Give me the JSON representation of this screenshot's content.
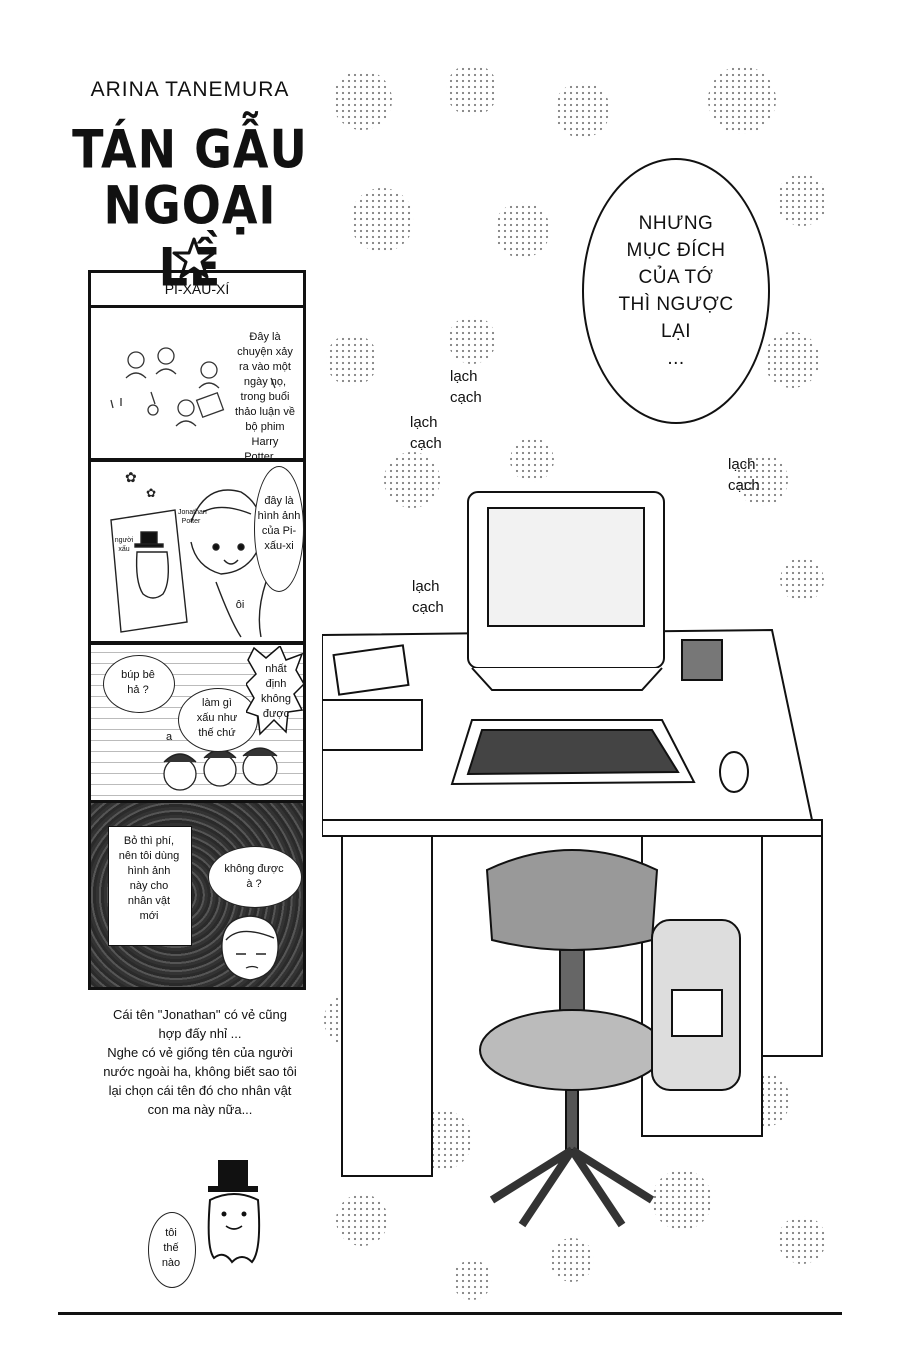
{
  "header": {
    "author": "ARINA TANEMURA",
    "title_line1": "TÁN GẪU",
    "title_line2": "NGOẠI LỀ"
  },
  "strip": {
    "title": "PI-XẤU-XÍ",
    "panel1": {
      "text": [
        "Đây là",
        "chuyện xảy",
        "ra vào một",
        "ngày nọ,",
        "trong buổi",
        "thảo luận về",
        "bộ phim",
        "Harry",
        "Potter ..."
      ]
    },
    "panel2": {
      "speech": [
        "đây là",
        "hình ảnh",
        "của Pi-",
        "xấu-xi"
      ],
      "sign_left": "người xấu",
      "sign_right": "Jonathan Potter",
      "exclaim": "ôi"
    },
    "panel3": {
      "bubble1": [
        "búp bê",
        "hả ?"
      ],
      "bubble2": [
        "làm gì",
        "xấu như",
        "thế chứ"
      ],
      "bubble3": [
        "nhất",
        "định",
        "không",
        "được"
      ],
      "small": "a"
    },
    "panel4": {
      "box": [
        "Bỏ thì phí,",
        "nên tôi dùng",
        "hình ảnh",
        "này cho",
        "nhân vật",
        "mới"
      ],
      "bubble": [
        "không được",
        "à ?"
      ]
    }
  },
  "caption": [
    "Cái tên \"Jonathan\" có vẻ cũng",
    "hợp đấy nhỉ ...",
    "Nghe có vẻ giống tên của người",
    "nước ngoài ha, không biết sao tôi",
    "lại chọn cái tên đó cho nhân vật",
    "con ma này nữa..."
  ],
  "ghost_bubble": [
    "tôi",
    "thế",
    "nào"
  ],
  "main_speech": [
    "NHƯNG",
    "MỤC ĐÍCH",
    "CỦA TỚ",
    "THÌ NGƯỢC",
    "LẠI",
    "..."
  ],
  "sfx": [
    [
      "lạch",
      "cạch"
    ],
    [
      "lạch",
      "cạch"
    ],
    [
      "lạch",
      "cạch"
    ],
    [
      "lạch",
      "cạch"
    ]
  ]
}
